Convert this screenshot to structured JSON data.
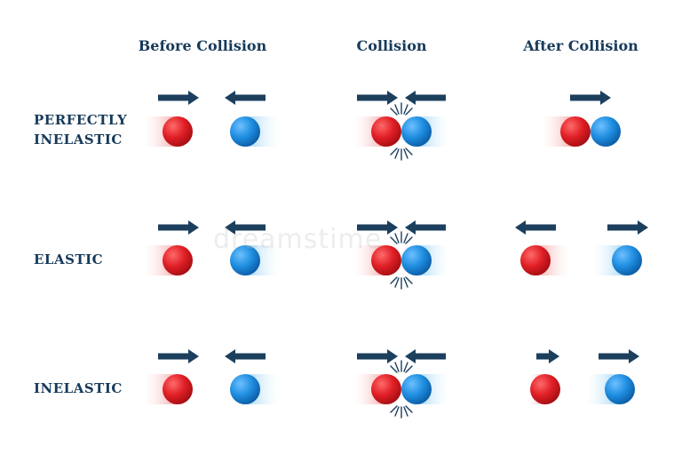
{
  "headers": {
    "before": "Before Collision",
    "collision": "Collision",
    "after": "After Collision"
  },
  "rows": {
    "perfectly_inelastic": {
      "line1": "PERFECTLY",
      "line2": "INELASTIC"
    },
    "elastic": {
      "label": "ELASTIC"
    },
    "inelastic": {
      "label": "INELASTIC"
    }
  },
  "watermark": {
    "text": "dreamstime"
  },
  "colors": {
    "label": "#163a5a",
    "arrow": "#1c3f5e",
    "red_ball": "#e01f26",
    "blue_ball": "#1f8ee0",
    "red_trail": "#f7b8b8",
    "blue_trail": "#a8d8f5",
    "impact_lines": "#1c3f5e"
  },
  "icons": [
    "arrow-right-icon",
    "arrow-left-icon",
    "red-ball-icon",
    "blue-ball-icon",
    "impact-burst-icon",
    "motion-trail-icon"
  ]
}
